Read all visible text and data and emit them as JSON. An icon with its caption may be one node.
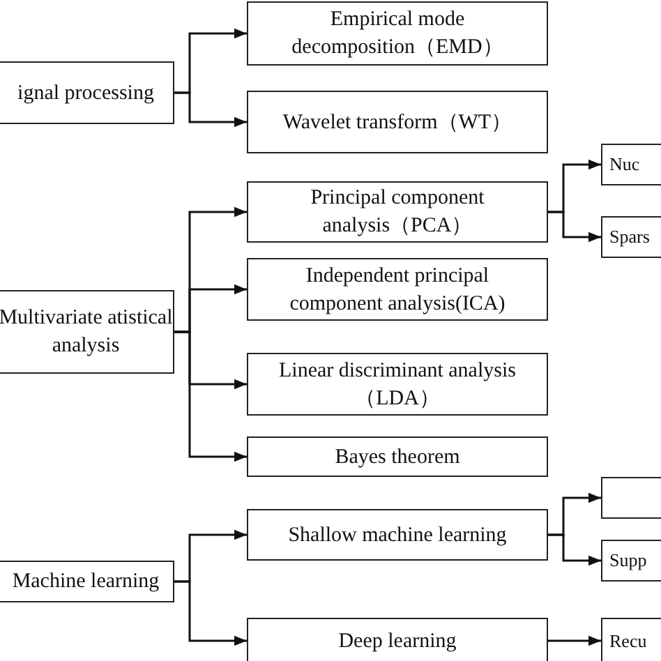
{
  "diagram": {
    "nodes": [
      {
        "text": [
          "ignal processing"
        ]
      },
      {
        "text": [
          "Empirical mode decomposition（EMD）"
        ]
      },
      {
        "text": [
          "Wavelet transform（WT）"
        ]
      },
      {
        "text": [
          "Nuc"
        ]
      },
      {
        "text": [
          "Principal component analysis（PCA）"
        ]
      },
      {
        "text": [
          "Spars"
        ]
      },
      {
        "text": [
          "Multivariate atistical analysis"
        ]
      },
      {
        "text": [
          "Independent principal component analysis(ICA)"
        ]
      },
      {
        "text": [
          "Linear discriminant analysis（LDA）"
        ]
      },
      {
        "text": [
          "Bayes theorem"
        ]
      },
      {
        "text": [],
        "shape": "box"
      },
      {
        "text": [
          "Shallow machine learning"
        ]
      },
      {
        "text": [
          "Supp"
        ]
      },
      {
        "text": [
          "Machine learning"
        ]
      },
      {
        "text": [
          "Deep learning"
        ]
      },
      {
        "text": [
          "Recu"
        ]
      }
    ],
    "edges": [
      {
        "from": 0,
        "to": 1,
        "arrow": "to"
      },
      {
        "from": 0,
        "to": 2,
        "arrow": "to"
      },
      {
        "from": 4,
        "to": 3,
        "arrow": "to"
      },
      {
        "from": 4,
        "to": 5,
        "arrow": "to"
      },
      {
        "from": 6,
        "to": 4,
        "arrow": "to"
      },
      {
        "from": 6,
        "to": 7,
        "arrow": "to"
      },
      {
        "from": 6,
        "to": 8,
        "arrow": "to"
      },
      {
        "from": 6,
        "to": 9,
        "arrow": "to"
      },
      {
        "from": 11,
        "to": 10,
        "arrow": "to"
      },
      {
        "from": 11,
        "to": 12,
        "arrow": "to"
      },
      {
        "from": 13,
        "to": 11,
        "arrow": "to"
      },
      {
        "from": 13,
        "to": 14,
        "arrow": "to"
      },
      {
        "from": 14,
        "to": 15,
        "arrow": "to"
      }
    ]
  }
}
